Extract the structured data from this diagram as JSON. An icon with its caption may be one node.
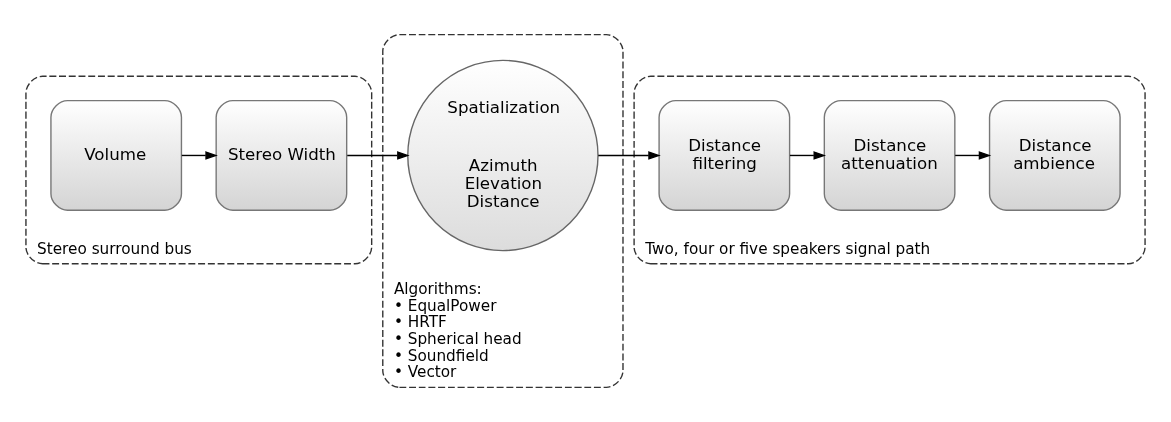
{
  "diagram": {
    "nodes": [
      {
        "text": [
          "Stereo surround bus"
        ]
      },
      {
        "text": [
          "Volume"
        ],
        "in": 0
      },
      {
        "text": [
          "Stereo Width"
        ],
        "in": 0
      },
      {
        "text": [
          "Algorithms:",
          "• EqualPower",
          "• HRTF",
          "• Spherical head",
          "• Soundfield",
          "• Vector"
        ]
      },
      {
        "text": [
          "Spatialization",
          "Azimuth Elevation Distance"
        ],
        "in": 3
      },
      {
        "text": [
          "Two, four or five speakers signal path"
        ]
      },
      {
        "text": [
          "Distance filtering"
        ],
        "in": 5
      },
      {
        "text": [
          "Distance attenuation"
        ],
        "in": 5
      },
      {
        "text": [
          "Distance ambience"
        ],
        "in": 5
      }
    ],
    "edges": [
      {
        "from": 1,
        "to": 2,
        "arrow": "to"
      },
      {
        "from": 2,
        "to": 4,
        "arrow": "to"
      },
      {
        "from": 4,
        "to": 6,
        "arrow": "to"
      },
      {
        "from": 6,
        "to": 7,
        "arrow": "to"
      },
      {
        "from": 7,
        "to": 8,
        "arrow": "to"
      }
    ]
  }
}
